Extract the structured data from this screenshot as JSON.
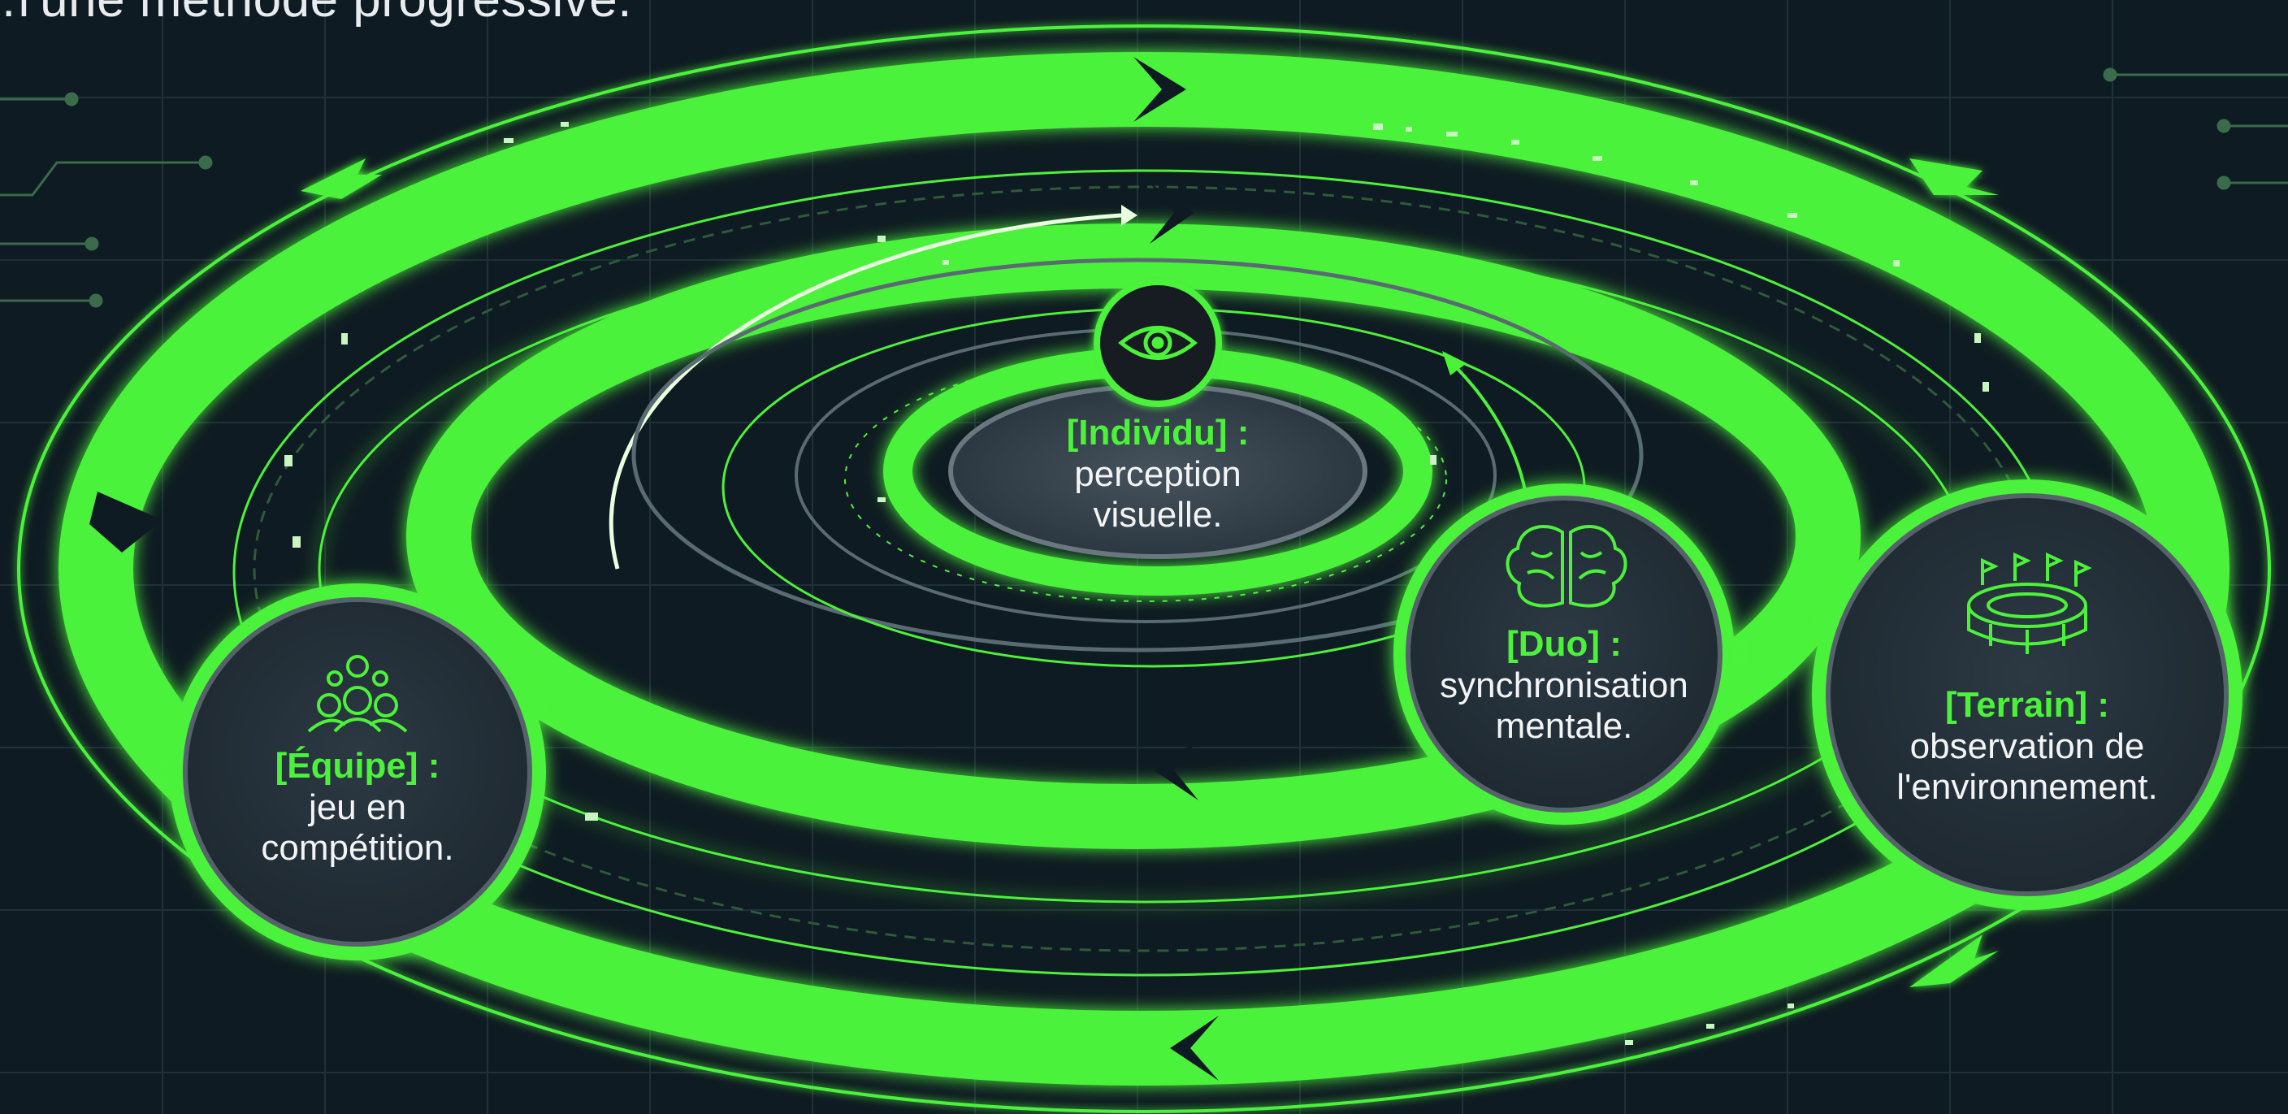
{
  "heading": "…l'une méthode progressive.",
  "colors": {
    "background": "#0f1b22",
    "accent": "#4cf23a",
    "node_fill": "#24313b",
    "text": "#f2f4f5"
  },
  "nodes": {
    "individu": {
      "tag": "[Individu] :",
      "desc": "perception\nvisuelle.",
      "icon": "eye-icon"
    },
    "duo": {
      "tag": "[Duo] :",
      "desc": "synchronisation\nmentale.",
      "icon": "brain-icon"
    },
    "terrain": {
      "tag": "[Terrain] :",
      "desc": "observation de\nl'environnement.",
      "icon": "stadium-icon"
    },
    "equipe": {
      "tag": "[Équipe] :",
      "desc": "jeu en\ncompétition.",
      "icon": "team-icon"
    }
  }
}
